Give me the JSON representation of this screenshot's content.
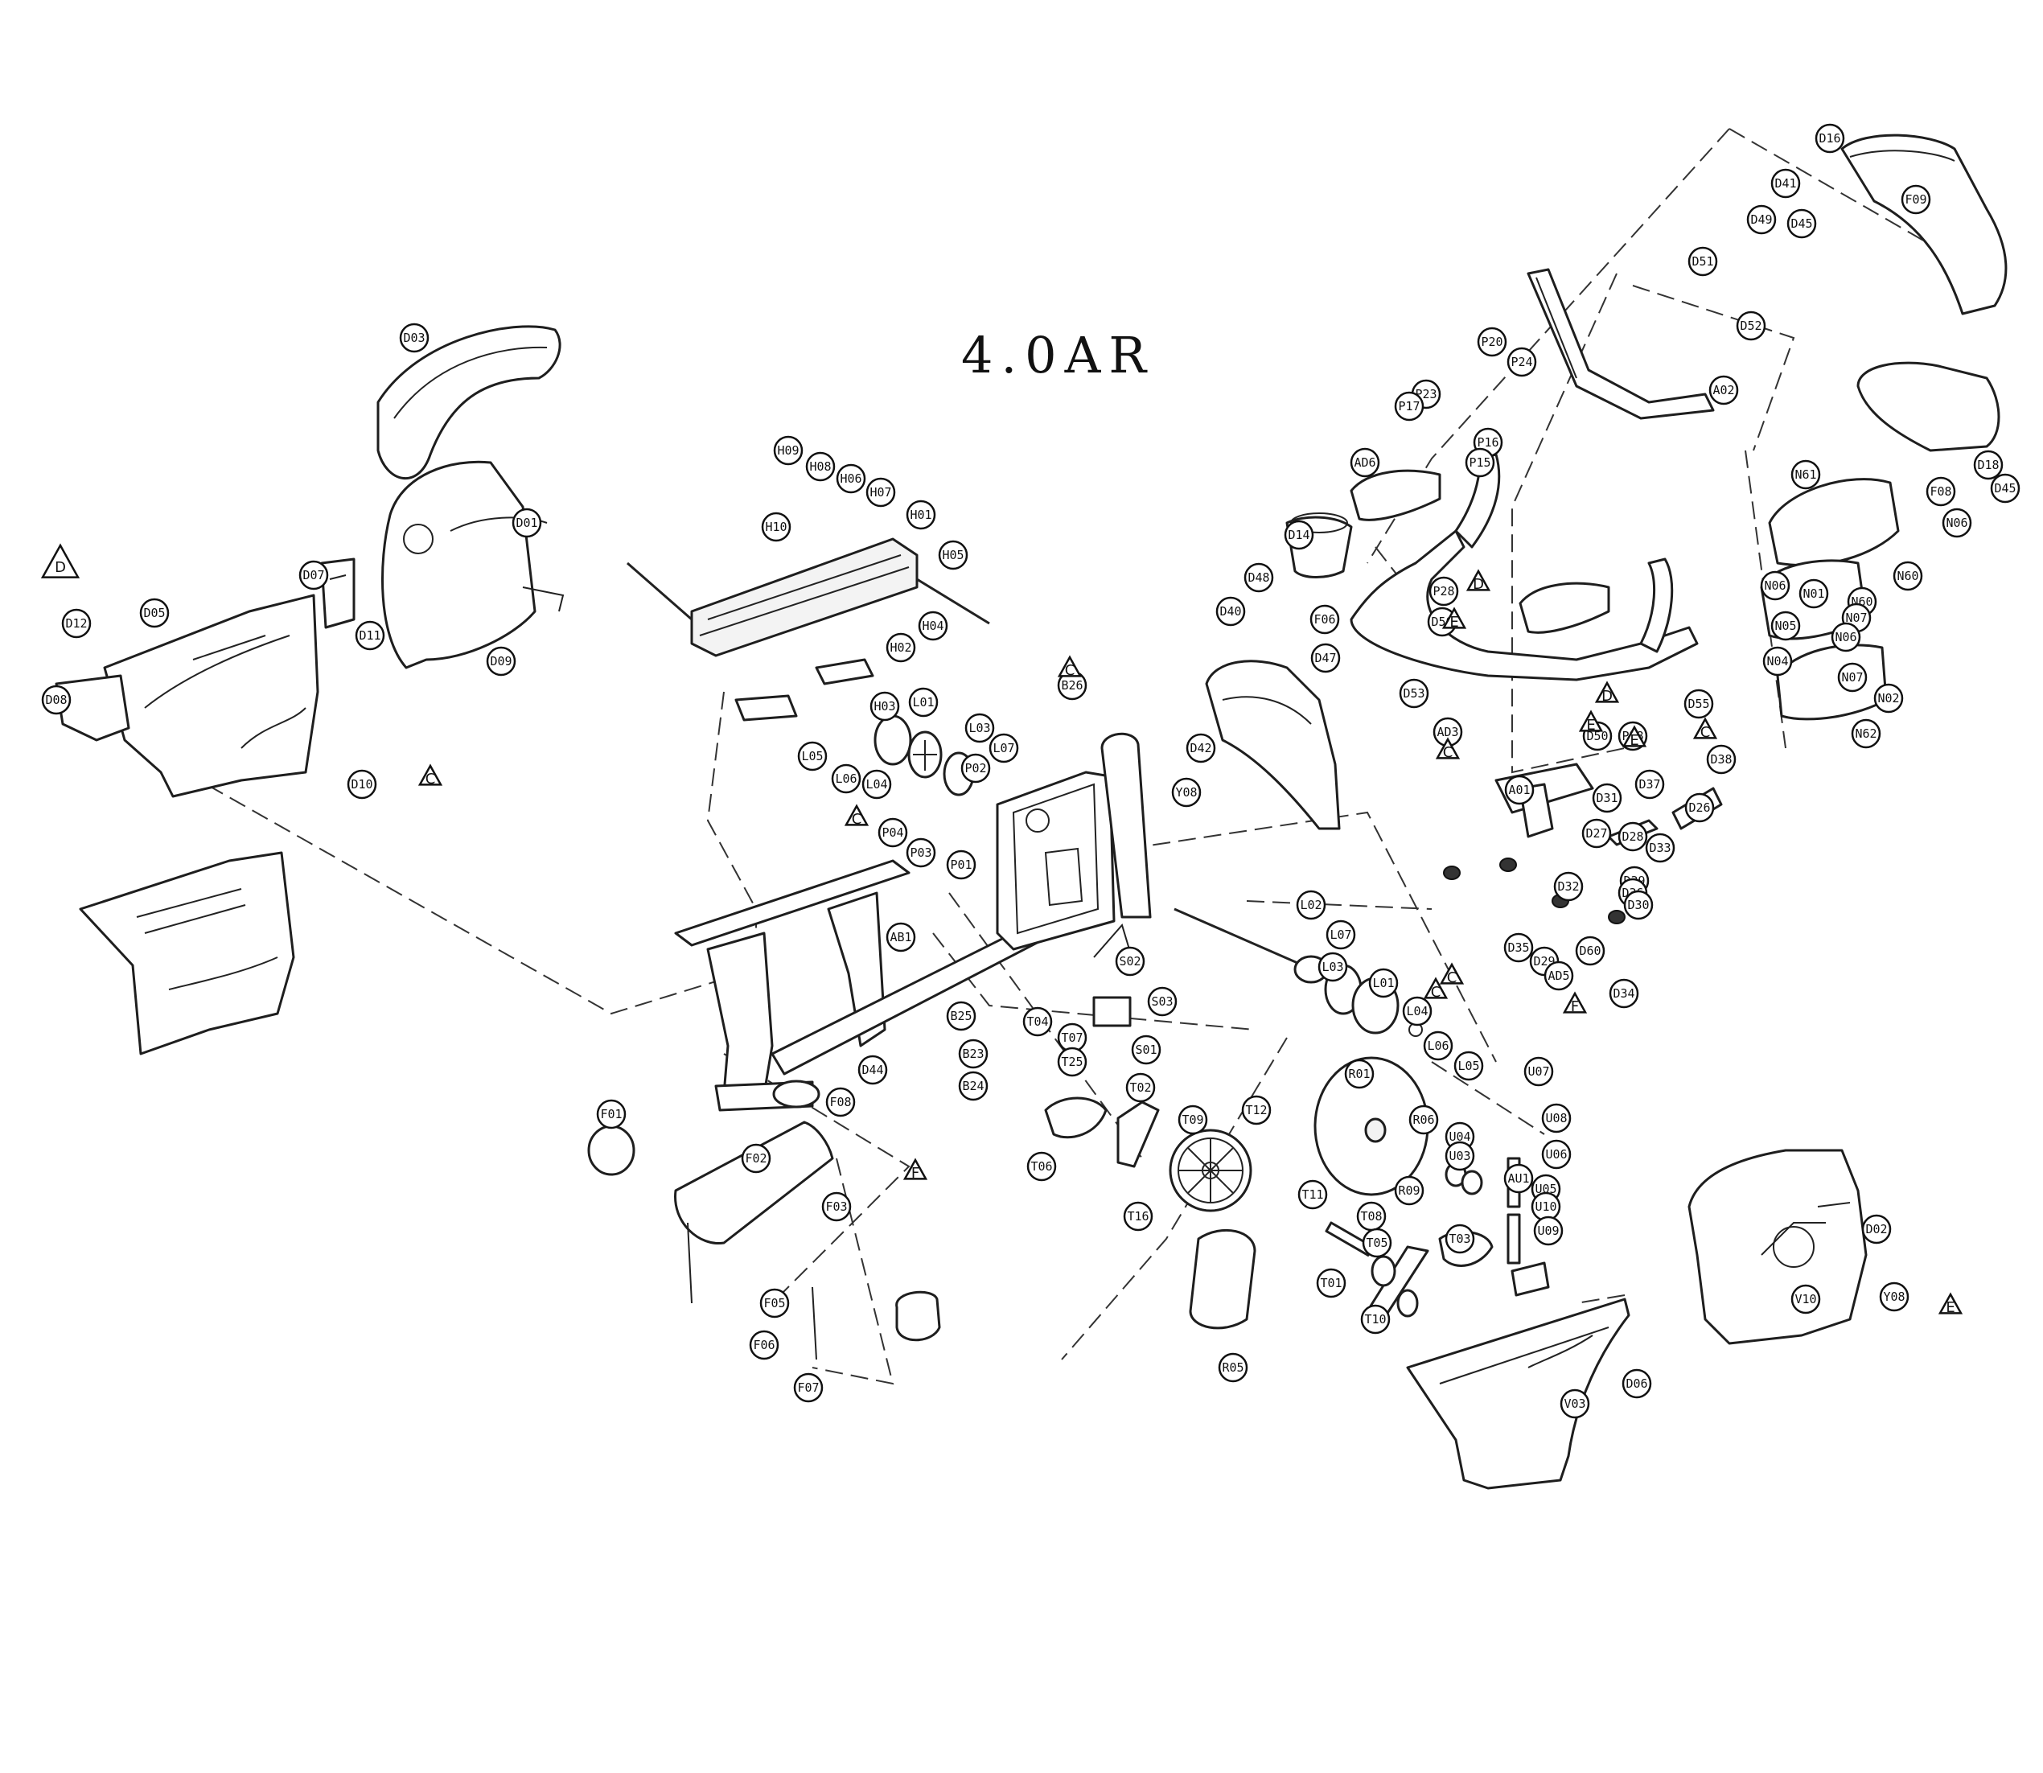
{
  "title": "4.0AR",
  "part_labels": [
    {
      "id": "D03"
    },
    {
      "id": "D01"
    },
    {
      "id": "D07"
    },
    {
      "id": "D05"
    },
    {
      "id": "D12"
    },
    {
      "id": "D08"
    },
    {
      "id": "D11"
    },
    {
      "id": "D09"
    },
    {
      "id": "D10"
    },
    {
      "id": "H09"
    },
    {
      "id": "H08"
    },
    {
      "id": "H06"
    },
    {
      "id": "H07"
    },
    {
      "id": "H01"
    },
    {
      "id": "H10"
    },
    {
      "id": "H05"
    },
    {
      "id": "H04"
    },
    {
      "id": "H02"
    },
    {
      "id": "H03"
    },
    {
      "id": "L01"
    },
    {
      "id": "L03"
    },
    {
      "id": "L07"
    },
    {
      "id": "L05"
    },
    {
      "id": "L06"
    },
    {
      "id": "L04"
    },
    {
      "id": "P02"
    },
    {
      "id": "P04"
    },
    {
      "id": "P03"
    },
    {
      "id": "P01"
    },
    {
      "id": "B26"
    },
    {
      "id": "AB1"
    },
    {
      "id": "B25"
    },
    {
      "id": "B23"
    },
    {
      "id": "B24"
    },
    {
      "id": "D44"
    },
    {
      "id": "F08"
    },
    {
      "id": "F02"
    },
    {
      "id": "F01"
    },
    {
      "id": "F03"
    },
    {
      "id": "F05"
    },
    {
      "id": "F06"
    },
    {
      "id": "F07"
    },
    {
      "id": "S02"
    },
    {
      "id": "S03"
    },
    {
      "id": "S01"
    },
    {
      "id": "T04"
    },
    {
      "id": "T07"
    },
    {
      "id": "T25"
    },
    {
      "id": "T02"
    },
    {
      "id": "T06"
    },
    {
      "id": "T09"
    },
    {
      "id": "T12"
    },
    {
      "id": "T16"
    },
    {
      "id": "R05"
    },
    {
      "id": "L02"
    },
    {
      "id": "R01"
    },
    {
      "id": "R06"
    },
    {
      "id": "R09"
    },
    {
      "id": "U04"
    },
    {
      "id": "U03"
    },
    {
      "id": "U07"
    },
    {
      "id": "U08"
    },
    {
      "id": "U06"
    },
    {
      "id": "AU1"
    },
    {
      "id": "U05"
    },
    {
      "id": "U10"
    },
    {
      "id": "U09"
    },
    {
      "id": "T11"
    },
    {
      "id": "T08"
    },
    {
      "id": "T05"
    },
    {
      "id": "T03"
    },
    {
      "id": "T01"
    },
    {
      "id": "T10"
    },
    {
      "id": "D06"
    },
    {
      "id": "V03"
    },
    {
      "id": "D02"
    },
    {
      "id": "V10"
    },
    {
      "id": "Y08"
    },
    {
      "id": "D16"
    },
    {
      "id": "D41"
    },
    {
      "id": "D49"
    },
    {
      "id": "D45"
    },
    {
      "id": "F09"
    },
    {
      "id": "D51"
    },
    {
      "id": "D52"
    },
    {
      "id": "A02"
    },
    {
      "id": "D18"
    },
    {
      "id": "P20"
    },
    {
      "id": "P24"
    },
    {
      "id": "P23"
    },
    {
      "id": "P17"
    },
    {
      "id": "P16"
    },
    {
      "id": "P15"
    },
    {
      "id": "AD6"
    },
    {
      "id": "D14"
    },
    {
      "id": "D48"
    },
    {
      "id": "D40"
    },
    {
      "id": "F06"
    },
    {
      "id": "D47"
    },
    {
      "id": "P28"
    },
    {
      "id": "D50"
    },
    {
      "id": "D53"
    },
    {
      "id": "AD3"
    },
    {
      "id": "D42"
    },
    {
      "id": "Y08"
    },
    {
      "id": "N61"
    },
    {
      "id": "N06"
    },
    {
      "id": "N60"
    },
    {
      "id": "N06"
    },
    {
      "id": "N01"
    },
    {
      "id": "N60"
    },
    {
      "id": "N07"
    },
    {
      "id": "N05"
    },
    {
      "id": "N04"
    },
    {
      "id": "N06"
    },
    {
      "id": "N07"
    },
    {
      "id": "N02"
    },
    {
      "id": "N62"
    },
    {
      "id": "D55"
    },
    {
      "id": "D50"
    },
    {
      "id": "P28"
    },
    {
      "id": "A01"
    },
    {
      "id": "D38"
    },
    {
      "id": "D37"
    },
    {
      "id": "D26"
    },
    {
      "id": "D31"
    },
    {
      "id": "D27"
    },
    {
      "id": "D28"
    },
    {
      "id": "D33"
    },
    {
      "id": "D39"
    },
    {
      "id": "D32"
    },
    {
      "id": "D36"
    },
    {
      "id": "D30"
    },
    {
      "id": "D35"
    },
    {
      "id": "D29"
    },
    {
      "id": "AD5"
    },
    {
      "id": "D60"
    },
    {
      "id": "D34"
    },
    {
      "id": "L07"
    },
    {
      "id": "L03"
    },
    {
      "id": "L01"
    },
    {
      "id": "L04"
    },
    {
      "id": "L06"
    },
    {
      "id": "L05"
    },
    {
      "id": "F08"
    },
    {
      "id": "D45"
    }
  ],
  "warning_labels": [
    {
      "letter": "D"
    },
    {
      "letter": "C"
    },
    {
      "letter": "C"
    },
    {
      "letter": "C"
    },
    {
      "letter": "C"
    },
    {
      "letter": "D"
    },
    {
      "letter": "E"
    },
    {
      "letter": "D"
    },
    {
      "letter": "E"
    },
    {
      "letter": "E"
    },
    {
      "letter": "C"
    },
    {
      "letter": "F"
    },
    {
      "letter": "C"
    },
    {
      "letter": "E"
    },
    {
      "letter": "C"
    },
    {
      "letter": "F"
    }
  ]
}
